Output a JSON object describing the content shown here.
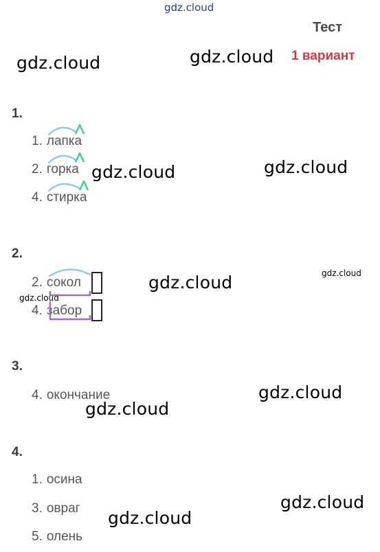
{
  "header": {
    "watermark_top": "gdz.cloud",
    "title": "Тест",
    "variant": "1 вариант"
  },
  "watermarks": {
    "w1": "gdz.cloud",
    "w2": "gdz.cloud",
    "w3": "gdz.cloud",
    "w4": "gdz.cloud",
    "w5": "gdz.cloud",
    "w6": "gdz.cloud",
    "w7": "gdz.cloud",
    "w8": "gdz.cloud",
    "w9": "gdz.cloud",
    "w10": "gdz.cloud",
    "w11": "gdz.cloud",
    "w12": "gdz.cloud"
  },
  "questions": [
    {
      "number": "1.",
      "items": [
        {
          "num": "1.",
          "word": "лапка"
        },
        {
          "num": "2.",
          "word": "горка"
        },
        {
          "num": "4.",
          "word": "стирка"
        }
      ]
    },
    {
      "number": "2.",
      "items": [
        {
          "num": "2.",
          "word": "сокол"
        },
        {
          "num": "4.",
          "word": "забор"
        }
      ]
    },
    {
      "number": "3.",
      "items": [
        {
          "num": "4.",
          "word": "окончание"
        }
      ]
    },
    {
      "number": "4.",
      "items": [
        {
          "num": "1.",
          "word": "осина"
        },
        {
          "num": "3.",
          "word": "овраг"
        },
        {
          "num": "5.",
          "word": "олень"
        }
      ]
    }
  ],
  "colors": {
    "root_arc": "#8ec9ec",
    "suffix_mark": "#3ccf8e",
    "ending_bracket": "#a26ac6",
    "ending_box": "#222222",
    "variant": "#d9363e"
  }
}
